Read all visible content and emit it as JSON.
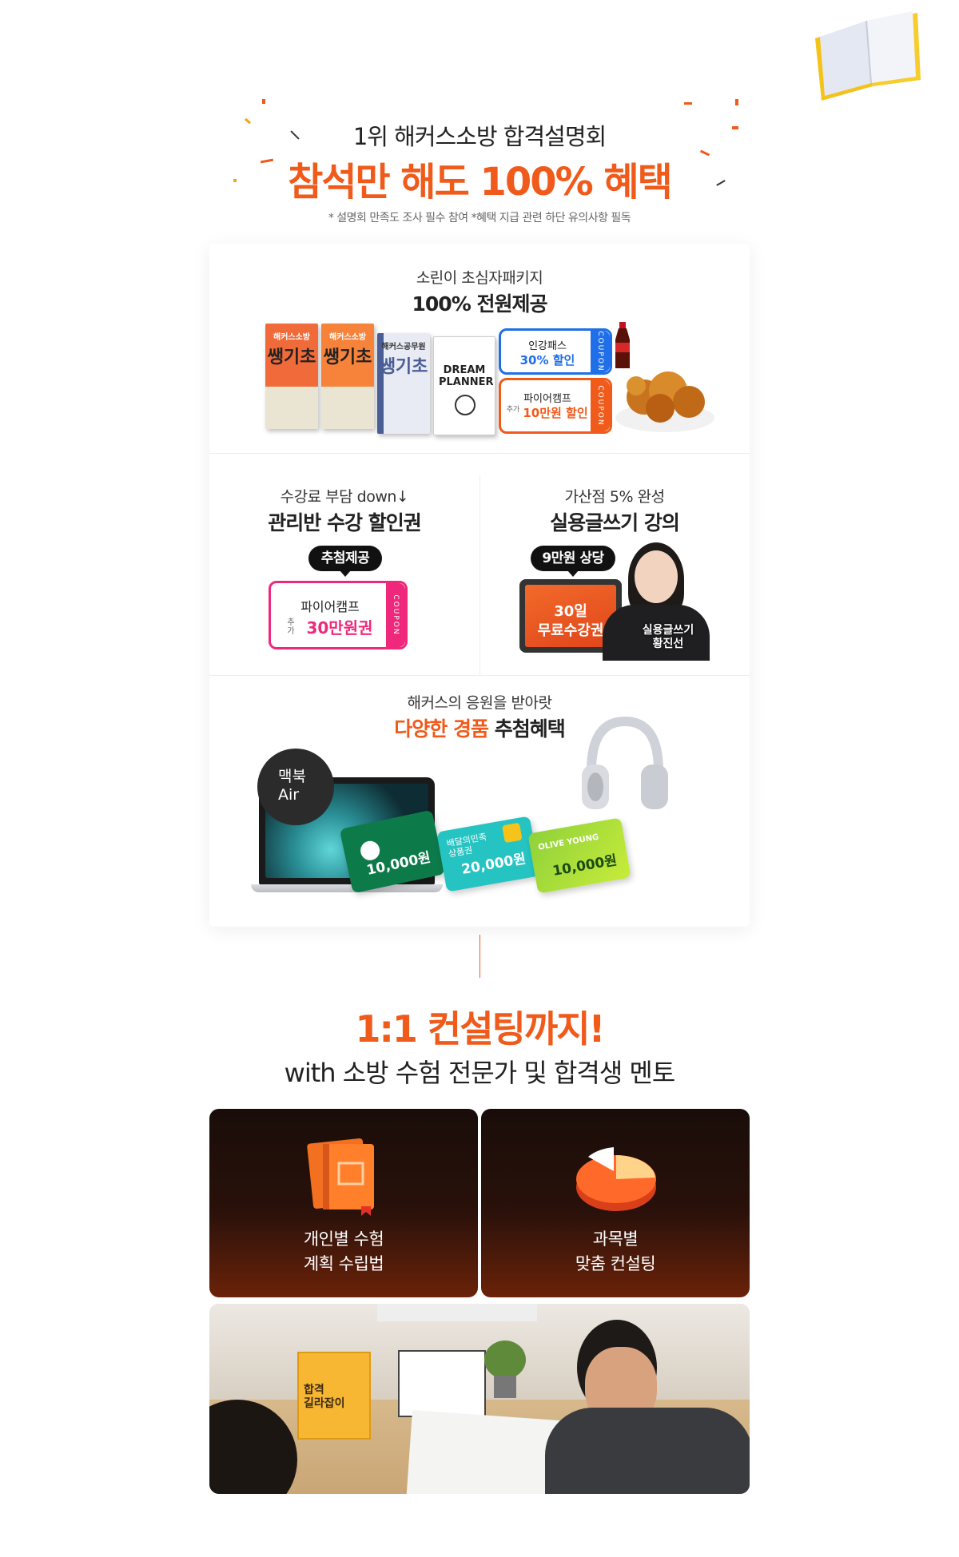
{
  "hero": {
    "subtitle": "1위 해커스소방 합격설명회",
    "title": "참석만 해도 100% 혜택",
    "note": "* 설명회 만족도 조사 필수 참여   *혜택 지급 관련 하단 유의사항 필독"
  },
  "benefit1": {
    "subtitle": "소린이 초심자패키지",
    "title": "100% 전원제공",
    "book_labels": [
      "해커스소방",
      "해커스소방",
      "해커스공무원"
    ],
    "book_big": "쌩기초",
    "planner_label": "DREAM PLANNER",
    "coupon1_name": "인강패스",
    "coupon1_value": "30% 할인",
    "coupon2_name": "파이어캠프",
    "coupon2_prefix": "추가",
    "coupon2_value": "10만원 할인",
    "coupon_side": "COUPON"
  },
  "benefit2": {
    "subtitle": "수강료 부담 down↓",
    "title": "관리반 수강 할인권",
    "pill": "추첨제공",
    "coupon_name": "파이어캠프",
    "coupon_prefix": "추가",
    "coupon_value": "30만원권",
    "coupon_side": "COUPON"
  },
  "benefit3": {
    "subtitle": "가산점 5% 완성",
    "title": "실용글쓰기 강의",
    "pill": "9만원 상당",
    "tablet_text1": "30일",
    "tablet_text2": "무료수강권",
    "teacher_line1": "실용글쓰기",
    "teacher_line2": "황진선"
  },
  "benefit4": {
    "subtitle": "해커스의 응원을 받아랏",
    "title_accent": "다양한 경품",
    "title_rest": "추첨혜택",
    "mac_line1": "맥북",
    "mac_line2": "Air",
    "gift1_amount": "10,000원",
    "gift2_name1": "배달의민족",
    "gift2_name2": "상품권",
    "gift2_amount": "20,000원",
    "gift3_name": "OLIVE YOUNG",
    "gift3_amount": "10,000원"
  },
  "consulting": {
    "title": "1:1 컨설팅까지!",
    "subtitle": "with 소방 수험 전문가 및 합격생 멘토",
    "card1_line1": "개인별 수험",
    "card1_line2": "계획 수립법",
    "card2_line1": "과목별",
    "card2_line2": "맞춤 컨설팅",
    "photo_book1": "합격",
    "photo_book2": "길라잡이"
  },
  "colors": {
    "accent": "#f05a1a",
    "blue": "#1f6fe8",
    "pink": "#f0287c",
    "dark_card": "#190d09"
  }
}
